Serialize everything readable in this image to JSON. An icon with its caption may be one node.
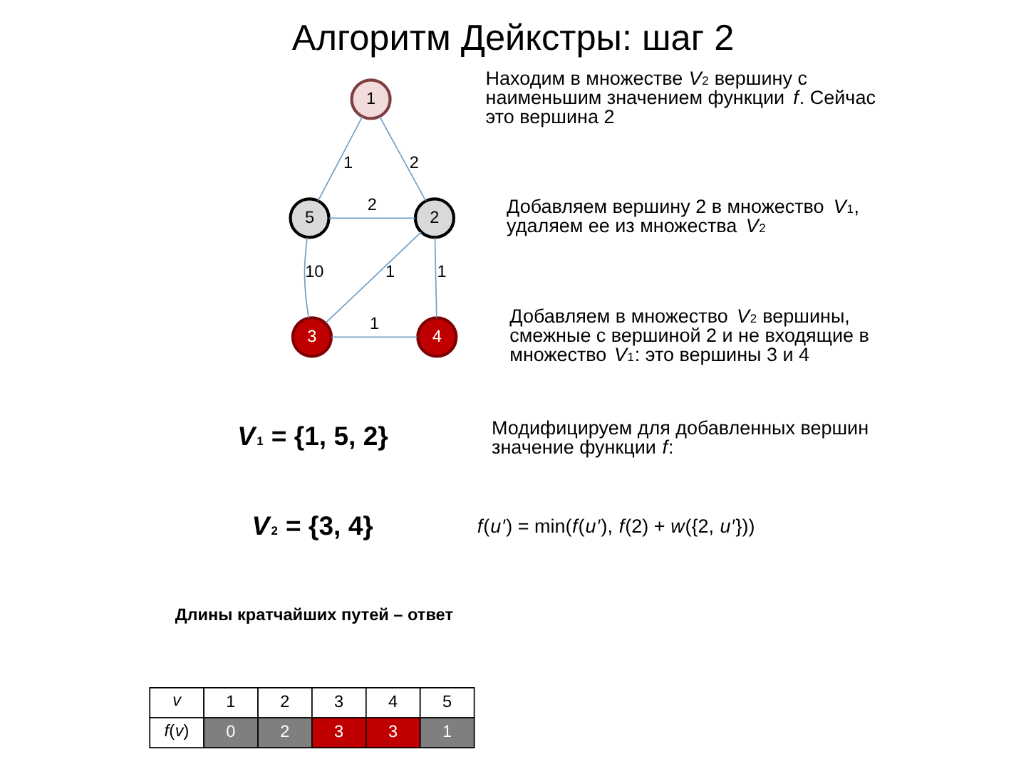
{
  "diagram": {
    "title": "Алгоритм Дейкстры: шаг 2",
    "nodes": [
      {
        "text": [
          "1"
        ]
      },
      {
        "text": [
          "5"
        ]
      },
      {
        "text": [
          "2"
        ]
      },
      {
        "text": [
          "3"
        ]
      },
      {
        "text": [
          "4"
        ]
      }
    ],
    "edges": [
      {
        "from": 0,
        "to": 1,
        "arrow": "none",
        "label": "1"
      },
      {
        "from": 0,
        "to": 2,
        "arrow": "none",
        "label": "2"
      },
      {
        "from": 1,
        "to": 2,
        "arrow": "none",
        "label": "2"
      },
      {
        "from": 1,
        "to": 3,
        "arrow": "none",
        "label": "10"
      },
      {
        "from": 2,
        "to": 3,
        "arrow": "none",
        "label": "1"
      },
      {
        "from": 2,
        "to": 4,
        "arrow": "none",
        "label": "1"
      },
      {
        "from": 3,
        "to": 4,
        "arrow": "none",
        "label": "1"
      }
    ],
    "labels": [
      "Находим в множестве *V*$_{2}$ вершину с наименьшим значением функции *f*. Сейчас это вершина 2",
      "Добавляем вершину 2 в множество *V*$_{1}$, удаляем ее из множества *V*$_{2}$",
      "Добавляем в множество *V*$_{2}$ вершины, смежные с вершиной 2 и не входящие в множество *V*$_{1}$: это вершины 3 и 4",
      "Модифицируем для добавленных вершин значение функции *f*:",
      "*f*(*u*′) = min(*f*(*u*′), *f*(2) + *w*({2, *u*′}))",
      "*V*$_{1}$ = {1, 5, 2}",
      "*V*$_{2}$ = {3, 4}",
      "Длины кратчайших путей – ответ",
      "*v*",
      "1",
      "2",
      "3",
      "4",
      "5",
      "*f*(*v*)",
      "0",
      "2",
      "3",
      "3",
      "1"
    ]
  }
}
